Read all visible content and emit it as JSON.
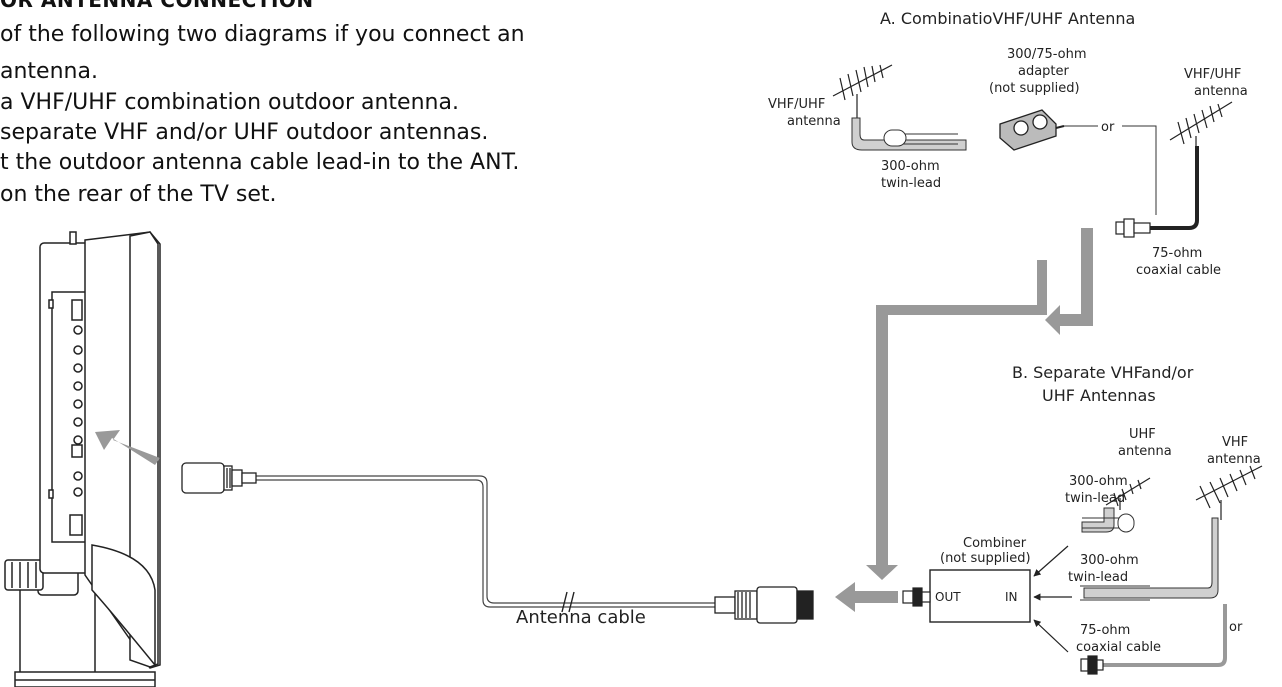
{
  "instructions": {
    "heading": "OR ANTENNA CONNECTION",
    "lines": [
      " of the following two diagrams if you connect an",
      " antenna.",
      "a VHF/UHF combination outdoor antenna.",
      "separate VHF and/or UHF outdoor antennas.",
      "t the outdoor antenna cable lead-in to the ANT.",
      " on the rear of the TV set."
    ]
  },
  "diagram_a": {
    "title": "A. CombinatioVHF/UHF Antenna",
    "vhf_uhf_antenna_left": [
      "VHF/UHF",
      "antenna"
    ],
    "twin_lead": [
      "300-ohm",
      "twin-lead"
    ],
    "adapter": [
      "300/75-ohm",
      "adapter",
      "(not supplied)"
    ],
    "or": "or",
    "vhf_uhf_antenna_right": [
      "VHF/UHF",
      "antenna"
    ],
    "coax": [
      "75-ohm",
      "coaxial cable"
    ]
  },
  "diagram_b": {
    "title": [
      "B. Separate VHFand/or",
      "UHF Antennas"
    ],
    "uhf_antenna": [
      "UHF",
      "antenna"
    ],
    "vhf_antenna": [
      "VHF",
      "antenna"
    ],
    "twin_lead_top": [
      "300-ohm",
      "twin-lead"
    ],
    "combiner": [
      "Combiner",
      "(not supplied)"
    ],
    "out": "OUT",
    "in": "IN",
    "twin_lead_mid": [
      "300-ohm",
      "twin-lead"
    ],
    "coax": [
      "75-ohm",
      "coaxial cable"
    ],
    "or": "or"
  },
  "antenna_cable_label": "Antenna cable"
}
